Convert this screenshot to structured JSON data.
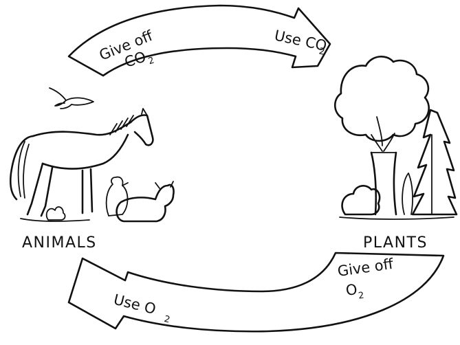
{
  "labels": {
    "animals": "ANIMALS",
    "plants": "PLANTS"
  },
  "top_arrow": {
    "left_line1": "Give off",
    "left_line2": "CO",
    "left_sub": "2",
    "right_text": "Use CO",
    "right_sub": "2"
  },
  "bottom_arrow": {
    "right_line1": "Give off",
    "right_line2": "O",
    "right_sub": "2",
    "left_text": "Use O",
    "left_sub": "2"
  },
  "colors": {
    "ink": "#111111",
    "background": "#ffffff"
  }
}
